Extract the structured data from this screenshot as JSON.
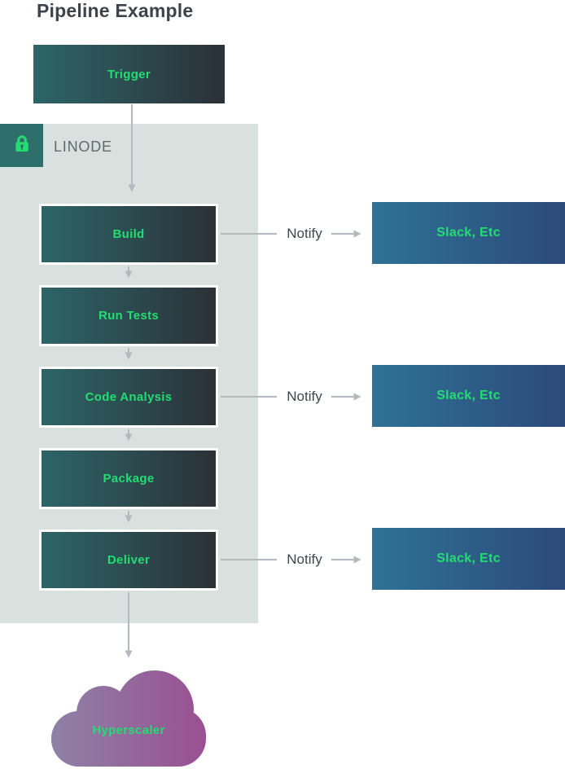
{
  "title": "Pipeline Example",
  "trigger": {
    "label": "Trigger"
  },
  "container": {
    "label": "LINODE",
    "icon": "lock-icon"
  },
  "pipeline": {
    "steps": [
      {
        "label": "Build"
      },
      {
        "label": "Run Tests"
      },
      {
        "label": "Code Analysis"
      },
      {
        "label": "Package"
      },
      {
        "label": "Deliver"
      }
    ]
  },
  "notifications": {
    "rows": [
      {
        "label": "Notify",
        "target": "Slack, Etc",
        "from_step": "Build"
      },
      {
        "label": "Notify",
        "target": "Slack, Etc",
        "from_step": "Code Analysis"
      },
      {
        "label": "Notify",
        "target": "Slack, Etc",
        "from_step": "Deliver"
      }
    ]
  },
  "cloud": {
    "label": "Hyperscaler"
  },
  "colors": {
    "accent_green": "#23DD72",
    "node_gradient_left": "#2C6568",
    "node_gradient_right": "#2B3137",
    "slack_gradient_left": "#2F7295",
    "slack_gradient_right": "#2C4A7B",
    "cloud_gradient_left": "#8E82A6",
    "cloud_gradient_right": "#9A4F92",
    "container_bg": "#D9E1DE",
    "lock_badge_bg": "#2E6E6B",
    "arrow_gray": "#B3B9BD",
    "title_text": "#3C434B",
    "linode_text": "#5E6971",
    "notify_text": "#3F474E"
  }
}
